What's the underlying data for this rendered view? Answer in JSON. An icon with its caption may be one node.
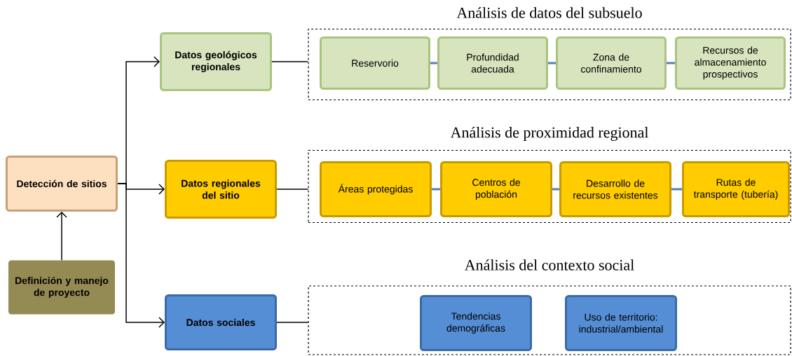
{
  "diagram": {
    "nodes": [
      {
        "text": [
          "Detección de sitios"
        ]
      },
      {
        "text": [
          "Definición y manejo de proyecto"
        ]
      },
      {
        "text": [
          "Datos geológicos regionales"
        ]
      },
      {
        "text": [
          "Datos regionales del sitio"
        ]
      },
      {
        "text": [
          "Datos sociales"
        ]
      },
      {
        "text": [
          "Análisis de datos del subsuelo"
        ]
      },
      {
        "text": [
          "Reservorio"
        ],
        "in": 5
      },
      {
        "text": [
          "Profundidad adecuada"
        ],
        "in": 5
      },
      {
        "text": [
          "Zona de confinamiento"
        ],
        "in": 5
      },
      {
        "text": [
          "Recursos de almacenamiento prospectivos"
        ],
        "in": 5
      },
      {
        "text": [
          "Análisis de proximidad regional"
        ]
      },
      {
        "text": [
          "Áreas protegidas"
        ],
        "in": 10
      },
      {
        "text": [
          "Centros de población"
        ],
        "in": 10
      },
      {
        "text": [
          "Desarrollo de recursos existentes"
        ],
        "in": 10
      },
      {
        "text": [
          "Rutas de transporte (tubería)"
        ],
        "in": 10
      },
      {
        "text": [
          "Análisis del contexto social"
        ]
      },
      {
        "text": [
          "Tendencias demográficas"
        ],
        "in": 15
      },
      {
        "text": [
          "Uso de territorio: industrial/ambiental"
        ],
        "in": 15
      }
    ],
    "edges": [
      {
        "from": 1,
        "to": 0,
        "arrow": "to"
      },
      {
        "from": 0,
        "to": 2,
        "arrow": "to"
      },
      {
        "from": 0,
        "to": 3,
        "arrow": "to"
      },
      {
        "from": 0,
        "to": 4,
        "arrow": "to"
      },
      {
        "from": 2,
        "to": 5,
        "arrow": "none"
      },
      {
        "from": 3,
        "to": 10,
        "arrow": "none"
      },
      {
        "from": 4,
        "to": 15,
        "arrow": "none"
      },
      {
        "from": 6,
        "to": 7,
        "arrow": "none",
        "color": "#4f81bd"
      },
      {
        "from": 7,
        "to": 8,
        "arrow": "none",
        "color": "#4f81bd"
      },
      {
        "from": 8,
        "to": 9,
        "arrow": "none",
        "color": "#4f81bd"
      },
      {
        "from": 11,
        "to": 12,
        "arrow": "none",
        "color": "#4f81bd"
      },
      {
        "from": 12,
        "to": 13,
        "arrow": "none",
        "color": "#4f81bd"
      },
      {
        "from": 13,
        "to": 14,
        "arrow": "none",
        "color": "#4f81bd"
      }
    ]
  }
}
